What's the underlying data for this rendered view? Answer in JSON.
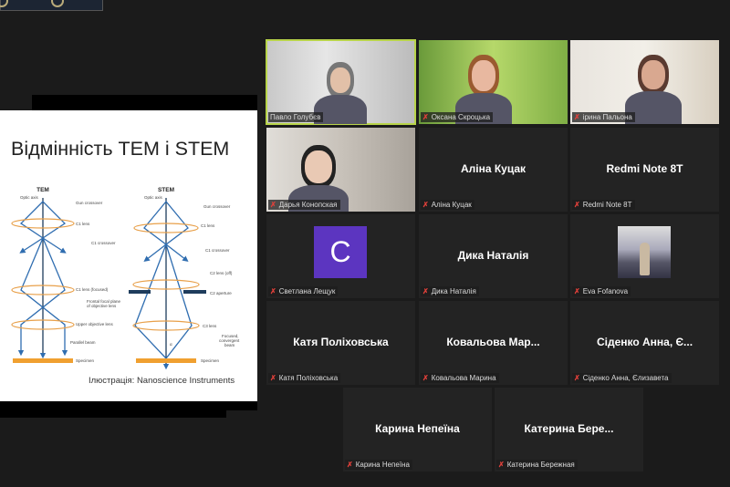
{
  "slide": {
    "title": "Відмінність TEM і STEM",
    "caption": "Ілюстрація: Nanoscience Instruments",
    "tem": {
      "heading": "TEM",
      "optic_axis": "Optic axis",
      "gun": "Gun crossover",
      "c1": "C1 lens",
      "c1x": "C1 crossover",
      "c1f": "C1 lens (focused)",
      "ffp1": "Frontal focal plane",
      "ffp2": "of objective lens",
      "uol": "Upper objective lens",
      "pb": "Parallel beam",
      "spec": "Specimen"
    },
    "stem": {
      "heading": "STEM",
      "optic_axis": "Optic axis",
      "gun": "Gun crossover",
      "c1": "C1 lens",
      "c1x": "C1 crossover",
      "c2": "C2 lens (off)",
      "c2a": "C2 aperture",
      "c3": "C3 lens",
      "fc1": "Focused,",
      "fc2": "convergent",
      "fc3": "beam",
      "alpha": "α",
      "spec": "Specimen"
    }
  },
  "colors": {
    "beam": "#2f6db0",
    "lens": "#e8a04a",
    "specimen": "#f0a030",
    "aperture": "#1e3c5c",
    "active_speaker": "#b8d44a",
    "avatar": "#5c35c0"
  },
  "participants": [
    {
      "name": "Павло Голубєв",
      "type": "video",
      "muted": false,
      "active": true
    },
    {
      "name": "Оксана Скроцька",
      "type": "video",
      "muted": true
    },
    {
      "name": "ірина Пальона",
      "type": "video",
      "muted": true
    },
    {
      "name": "Дарья Конопская",
      "type": "video",
      "muted": true
    },
    {
      "name": "Аліна Куцак",
      "display": "Аліна Куцак",
      "type": "name",
      "muted": true
    },
    {
      "name": "Redmi Note 8T",
      "display": "Redmi Note 8T",
      "type": "name",
      "muted": true
    },
    {
      "name": "Светлана Лещук",
      "initial": "C",
      "type": "avatar",
      "muted": true
    },
    {
      "name": "Дика Наталія",
      "display": "Дика Наталія",
      "type": "name",
      "muted": true
    },
    {
      "name": "Eva Fofanova",
      "type": "photo",
      "muted": true
    },
    {
      "name": "Катя Поліховська",
      "display": "Катя Поліховська",
      "type": "name",
      "muted": true
    },
    {
      "name": "Ковальова Марина",
      "display": "Ковальова  Мар...",
      "type": "name",
      "muted": true
    },
    {
      "name": "Сіденко Анна, Єлизавета",
      "display": "Сіденко  Анна, Є...",
      "type": "name",
      "muted": true
    },
    {
      "name": "Карина Непеїна",
      "display": "Карина Непеїна",
      "type": "name",
      "muted": true
    },
    {
      "name": "Катерина Бережная",
      "display": "Катерина  Бере...",
      "type": "name",
      "muted": true
    }
  ],
  "icons": {
    "muted": "muted-mic-icon"
  }
}
